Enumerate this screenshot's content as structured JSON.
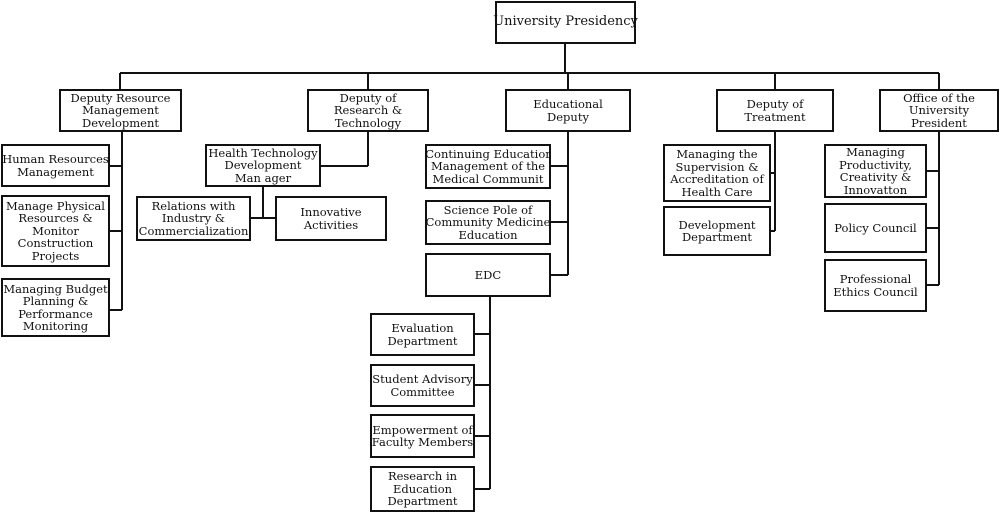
{
  "chart": {
    "top": {
      "lines": [
        "University Presidency"
      ]
    },
    "level1": [
      {
        "lines": [
          "Deputy Resource",
          "Management",
          "Development"
        ]
      },
      {
        "lines": [
          "Deputy of",
          "Research &",
          "Technology"
        ]
      },
      {
        "lines": [
          "Educational",
          "Deputy"
        ]
      },
      {
        "lines": [
          "Deputy of",
          "Treatment"
        ]
      },
      {
        "lines": [
          "Office of the",
          "University",
          "President"
        ]
      }
    ],
    "resource_units": [
      {
        "lines": [
          "Human Resources",
          "Management"
        ]
      },
      {
        "lines": [
          "Manage Physical",
          "Resources &",
          "Monitor",
          "Construction",
          "Projects"
        ]
      },
      {
        "lines": [
          "Managing Budget",
          "Planning &",
          "Performance",
          "Monitoring"
        ]
      }
    ],
    "research_units": {
      "manager": {
        "lines": [
          "Health Technology",
          "Development",
          "Man ager"
        ]
      },
      "relations": {
        "lines": [
          "Relations with",
          "Industry &",
          "Commercialization"
        ]
      },
      "innovative": {
        "lines": [
          "Innovative",
          "Activities"
        ]
      }
    },
    "educational_units": [
      {
        "lines": [
          "Continuing Educatior",
          "Management of the",
          "Medical Communit"
        ]
      },
      {
        "lines": [
          "Science Pole of",
          "Community Medicine",
          "Education"
        ]
      },
      {
        "lines": [
          "EDC"
        ]
      }
    ],
    "edc_units": [
      {
        "lines": [
          "Evaluation",
          "Department"
        ]
      },
      {
        "lines": [
          "Student Advisory",
          "Committee"
        ]
      },
      {
        "lines": [
          "Empowerment of",
          "Faculty Members"
        ]
      },
      {
        "lines": [
          "Research in",
          "Education",
          "Department"
        ]
      }
    ],
    "treatment_units": [
      {
        "lines": [
          "Managing the",
          "Supervision &",
          "Accreditation of",
          "Health Care"
        ]
      },
      {
        "lines": [
          "Development",
          "Department"
        ]
      }
    ],
    "office_units": [
      {
        "lines": [
          "Managing",
          "Productivity,",
          "Creativity &",
          "Innovatton"
        ]
      },
      {
        "lines": [
          "Policy Council"
        ]
      },
      {
        "lines": [
          "Professional",
          "Ethics Council"
        ]
      }
    ]
  }
}
